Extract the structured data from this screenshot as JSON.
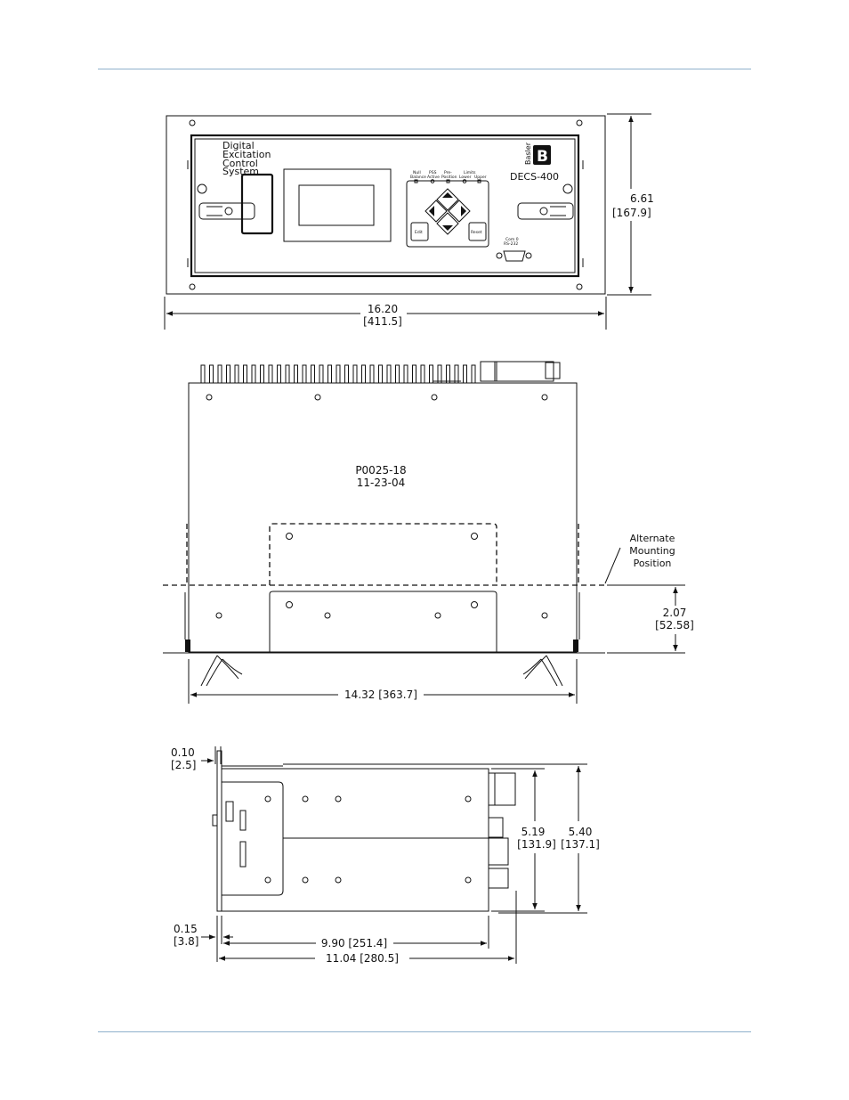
{
  "front_panel": {
    "system_name_lines": [
      "Digital",
      "Excitation",
      "Control",
      "System"
    ],
    "brand": "Basler",
    "brand_mark": "B",
    "model": "DECS-400",
    "led_labels": [
      [
        "Null",
        "Balance"
      ],
      [
        "PSS",
        "Active"
      ],
      [
        "Pre-",
        "Position"
      ],
      [
        "Limits",
        "Lower"
      ],
      [
        "",
        "Upper"
      ]
    ],
    "edit_button": "Edit",
    "reset_button": "Reset",
    "com_port": [
      "Com 0",
      "RS-232"
    ],
    "width_dim": [
      "16.20",
      "[411.5]"
    ],
    "height_dim": [
      "6.61",
      "[167.9]"
    ]
  },
  "top_view": {
    "part_number": "P0025-18",
    "date": "11-23-04",
    "alternate_label": [
      "Alternate",
      "Mounting",
      "Position"
    ],
    "depth_dim": [
      "2.07",
      "[52.58]"
    ],
    "width_dim": "14.32 [363.7]"
  },
  "side_view": {
    "panel_thickness_dim": [
      "0.10",
      "[2.5]"
    ],
    "flange_dim": [
      "0.15",
      "[3.8]"
    ],
    "chassis_height_dim": [
      "5.19",
      "[131.9]"
    ],
    "overall_height_dim": [
      "5.40",
      "[137.1]"
    ],
    "body_depth_dim": "9.90 [251.4]",
    "overall_depth_dim": "11.04 [280.5]"
  }
}
